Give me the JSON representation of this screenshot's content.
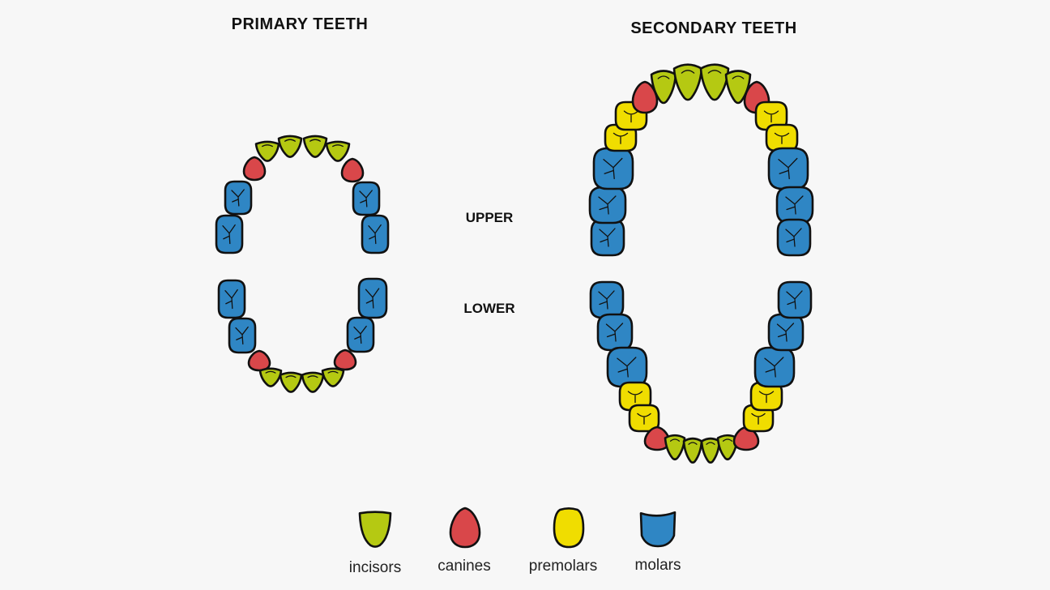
{
  "titles": {
    "primary": "PRIMARY TEETH",
    "secondary": "SECONDARY TEETH"
  },
  "arches": {
    "upper": "UPPER",
    "lower": "LOWER"
  },
  "legend": [
    {
      "key": "incisor",
      "label": "incisors",
      "color": "#b5c912"
    },
    {
      "key": "canine",
      "label": "canines",
      "color": "#d9474a"
    },
    {
      "key": "premolar",
      "label": "premolars",
      "color": "#f0dd00"
    },
    {
      "key": "molar",
      "label": "molars",
      "color": "#2f86c4"
    }
  ],
  "primary_teeth": {
    "upper": [
      "molar",
      "molar",
      "canine",
      "incisor",
      "incisor",
      "incisor",
      "incisor",
      "canine",
      "molar",
      "molar"
    ],
    "lower": [
      "molar",
      "molar",
      "canine",
      "incisor",
      "incisor",
      "incisor",
      "incisor",
      "canine",
      "molar",
      "molar"
    ]
  },
  "secondary_teeth": {
    "upper": [
      "molar",
      "molar",
      "molar",
      "premolar",
      "premolar",
      "canine",
      "incisor",
      "incisor",
      "incisor",
      "incisor",
      "canine",
      "premolar",
      "premolar",
      "molar",
      "molar",
      "molar"
    ],
    "lower": [
      "molar",
      "molar",
      "molar",
      "premolar",
      "premolar",
      "canine",
      "incisor",
      "incisor",
      "incisor",
      "incisor",
      "canine",
      "premolar",
      "premolar",
      "molar",
      "molar",
      "molar"
    ]
  }
}
